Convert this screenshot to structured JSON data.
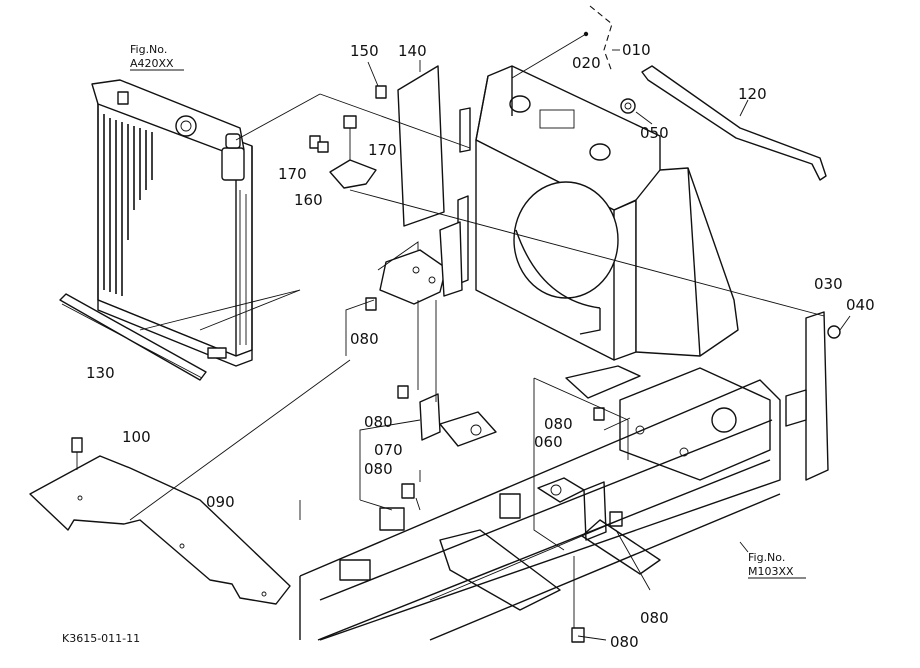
{
  "references": {
    "fig_top_label": "Fig.No.",
    "fig_top_value": "A420XX",
    "fig_bottom_label": "Fig.No.",
    "fig_bottom_value": "M103XX"
  },
  "drawing_id": "K3615-011-11",
  "callouts": {
    "c010": "010",
    "c020": "020",
    "c030": "030",
    "c040": "040",
    "c050": "050",
    "c060": "060",
    "c070": "070",
    "c080a": "080",
    "c080b": "080",
    "c080c": "080",
    "c080d": "080",
    "c080e": "080",
    "c080f": "080",
    "c090": "090",
    "c100": "100",
    "c120": "120",
    "c130": "130",
    "c140": "140",
    "c150": "150",
    "c160": "160",
    "c170a": "170",
    "c170b": "170"
  }
}
